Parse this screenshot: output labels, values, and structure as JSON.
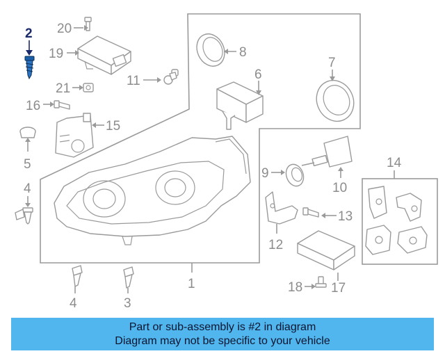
{
  "callouts": {
    "n1": "1",
    "n2": "2",
    "n3": "3",
    "n4a": "4",
    "n4b": "4",
    "n5": "5",
    "n6": "6",
    "n7": "7",
    "n8": "8",
    "n9": "9",
    "n10": "10",
    "n11": "11",
    "n12": "12",
    "n13": "13",
    "n14": "14",
    "n15": "15",
    "n16": "16",
    "n17": "17",
    "n18": "18",
    "n19": "19",
    "n20": "20",
    "n21": "21"
  },
  "highlighted_part": "2",
  "colors": {
    "banner": "#52b6ee",
    "highlight": "#1b2a6b",
    "line": "#9a9a9a",
    "part_highlight": "#1a5fa8"
  },
  "banner": {
    "line1": "Part or sub-assembly is #2 in diagram",
    "line2": "Diagram may not be specific to your vehicle"
  }
}
